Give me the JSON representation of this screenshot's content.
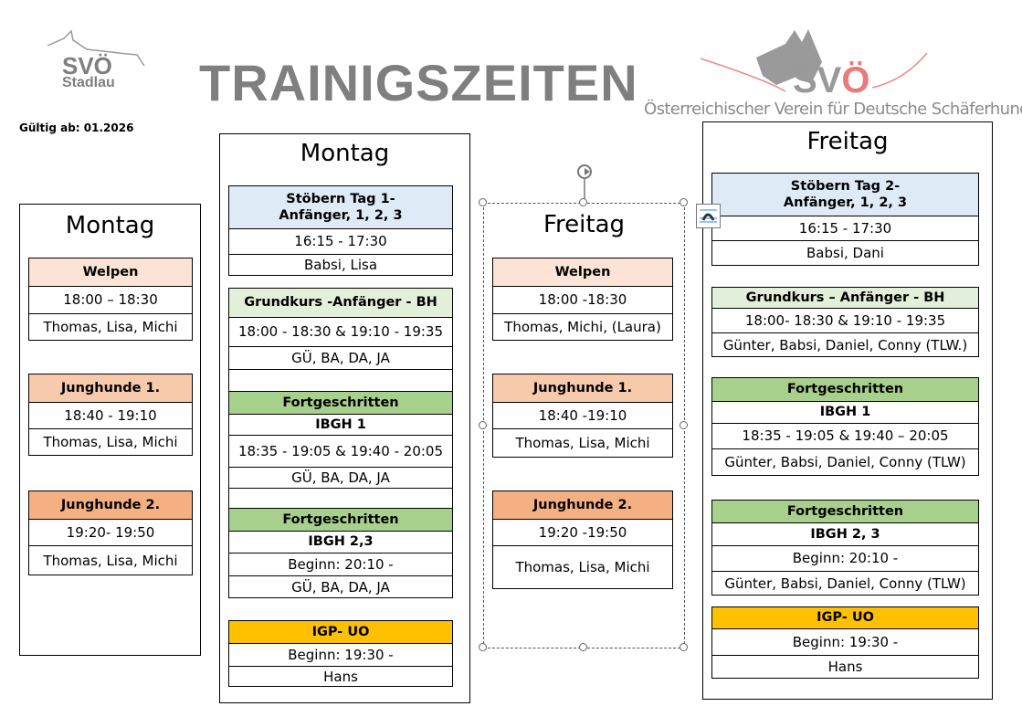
{
  "header": {
    "title": "TRAINIGSZEITEN",
    "valid_from": "Gültig ab: 01.2026",
    "logo_left": {
      "line1": "SVÖ",
      "line2": "Stadlau"
    },
    "logo_right": {
      "mark": "SVÖ",
      "tagline": "Österreichischer Verein für Deutsche Schäferhunde"
    }
  },
  "colors": {
    "welpen": "#fbe4d5",
    "junghunde1": "#f7caac",
    "junghunde2": "#f4b083",
    "stoebern": "#deeaf6",
    "grundkurs": "#e2efd9",
    "fortgeschritten": "#a8d08d",
    "igp": "#ffc000",
    "title_gray": "#7f7f7f",
    "logo_red": "#e87c7c"
  },
  "columns": [
    {
      "title": "Montag",
      "tables": [
        {
          "color": "welpen",
          "rows": [
            {
              "text": "Welpen",
              "bold": true
            },
            {
              "text": "18:00 – 18:30"
            },
            {
              "text": "Thomas, Lisa, Michi"
            }
          ]
        },
        {
          "color": "junghunde1",
          "rows": [
            {
              "text": "Junghunde 1.",
              "bold": true
            },
            {
              "text": "18:40 - 19:10"
            },
            {
              "text": "Thomas, Lisa, Michi"
            }
          ]
        },
        {
          "color": "junghunde2",
          "rows": [
            {
              "text": "Junghunde 2.",
              "bold": true
            },
            {
              "text": "19:20- 19:50"
            },
            {
              "text": "Thomas, Lisa, Michi"
            }
          ]
        }
      ]
    },
    {
      "title": "Montag",
      "tables": [
        {
          "color": "stoebern",
          "rows": [
            {
              "text": "Stöbern Tag 1-\nAnfänger, 1, 2, 3",
              "bold": true
            },
            {
              "text": "16:15 - 17:30"
            },
            {
              "text": "Babsi, Lisa"
            }
          ]
        },
        {
          "color": "grundkurs",
          "rows": [
            {
              "text": "Grundkurs -Anfänger - BH",
              "bold": true
            },
            {
              "text": "18:00 - 18:30 & 19:10 - 19:35"
            },
            {
              "text": "GÜ, BA, DA, JA"
            },
            {
              "text": ""
            }
          ]
        },
        {
          "color": "fortgeschritten",
          "rows": [
            {
              "text": "Fortgeschritten",
              "bold": true
            },
            {
              "text": "IBGH 1",
              "bold": true,
              "plain": true
            },
            {
              "text": "18:35 - 19:05 & 19:40 - 20:05"
            },
            {
              "text": "GÜ, BA, DA, JA"
            },
            {
              "text": ""
            }
          ]
        },
        {
          "color": "fortgeschritten",
          "rows": [
            {
              "text": "Fortgeschritten",
              "bold": true
            },
            {
              "text": "IBGH 2,3",
              "bold": true,
              "plain": true
            },
            {
              "text": "Beginn: 20:10 -"
            },
            {
              "text": "GÜ, BA, DA, JA"
            }
          ]
        },
        {
          "color": "igp",
          "rows": [
            {
              "text": "IGP- UO",
              "bold": true
            },
            {
              "text": "Beginn: 19:30 -"
            },
            {
              "text": "Hans"
            }
          ]
        }
      ]
    },
    {
      "title": "Freitag",
      "tables": [
        {
          "color": "welpen",
          "rows": [
            {
              "text": "Welpen",
              "bold": true
            },
            {
              "text": "18:00 -18:30"
            },
            {
              "text": "Thomas, Michi, (Laura)"
            }
          ]
        },
        {
          "color": "junghunde1",
          "rows": [
            {
              "text": "Junghunde 1.",
              "bold": true
            },
            {
              "text": "18:40 -19:10"
            },
            {
              "text": "Thomas, Lisa, Michi"
            }
          ]
        },
        {
          "color": "junghunde2",
          "rows": [
            {
              "text": "Junghunde 2.",
              "bold": true
            },
            {
              "text": "19:20 -19:50"
            },
            {
              "text": "Thomas, Lisa, Michi"
            }
          ]
        }
      ]
    },
    {
      "title": "Freitag",
      "tables": [
        {
          "color": "stoebern",
          "rows": [
            {
              "text": "Stöbern Tag 2-\nAnfänger, 1, 2, 3",
              "bold": true
            },
            {
              "text": "16:15 - 17:30"
            },
            {
              "text": "Babsi, Dani"
            }
          ]
        },
        {
          "color": "grundkurs",
          "rows": [
            {
              "text": "Grundkurs – Anfänger - BH",
              "bold": true
            },
            {
              "text": "18:00- 18:30 & 19:10 - 19:35"
            },
            {
              "text": "Günter, Babsi, Daniel, Conny (TLW.)"
            }
          ]
        },
        {
          "color": "fortgeschritten",
          "rows": [
            {
              "text": "Fortgeschritten",
              "bold": true
            },
            {
              "text": "IBGH 1",
              "bold": true,
              "plain": true
            },
            {
              "text": "18:35 - 19:05 & 19:40 – 20:05"
            },
            {
              "text": "Günter, Babsi, Daniel, Conny (TLW)"
            }
          ]
        },
        {
          "color": "fortgeschritten",
          "rows": [
            {
              "text": "Fortgeschritten",
              "bold": true
            },
            {
              "text": "IBGH 2, 3",
              "bold": true,
              "plain": true
            },
            {
              "text": "Beginn: 20:10 -"
            },
            {
              "text": "Günter, Babsi, Daniel, Conny (TLW)"
            }
          ]
        },
        {
          "color": "igp",
          "rows": [
            {
              "text": "IGP- UO",
              "bold": true
            },
            {
              "text": "Beginn: 19:30 -"
            },
            {
              "text": "Hans"
            }
          ]
        }
      ]
    }
  ]
}
